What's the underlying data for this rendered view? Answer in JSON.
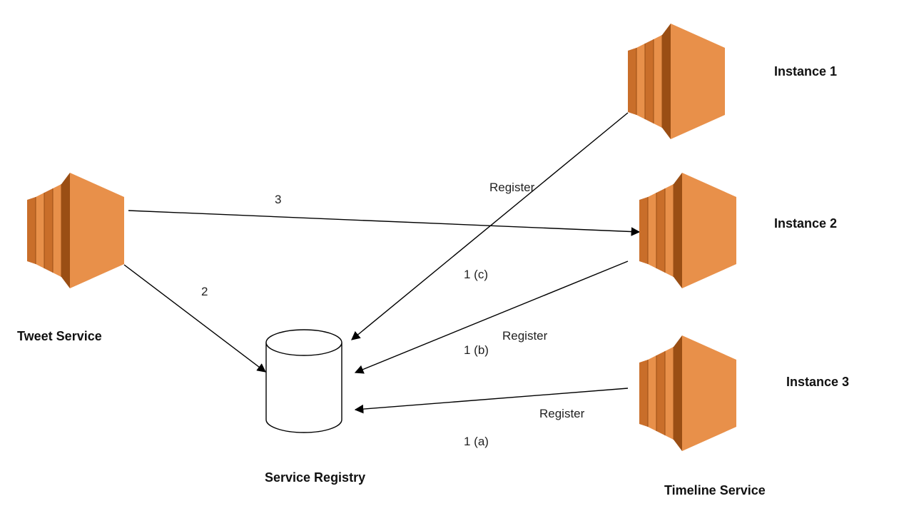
{
  "nodes": {
    "tweet_service": {
      "label": "Tweet Service"
    },
    "service_registry": {
      "label": "Service Registry"
    },
    "instance_1": {
      "label": "Instance 1"
    },
    "instance_2": {
      "label": "Instance 2"
    },
    "instance_3": {
      "label": "Instance 3"
    },
    "timeline_service": {
      "label": "Timeline Service"
    }
  },
  "edges": {
    "tweet_to_instance2": {
      "label": "3"
    },
    "tweet_to_registry": {
      "label": "2"
    },
    "instance1_register": {
      "label": "Register",
      "step": "1 (c)"
    },
    "instance2_register": {
      "label": "Register",
      "step": "1 (b)"
    },
    "instance3_register": {
      "label": "Register",
      "step": "1 (a)"
    }
  },
  "colors": {
    "server_light": "#E8904A",
    "server_mid": "#C96E2A",
    "server_dark": "#9A4E14",
    "edge": "#000000"
  },
  "icons": {
    "server": "ec2-instance-icon",
    "registry": "database-cylinder-icon"
  }
}
